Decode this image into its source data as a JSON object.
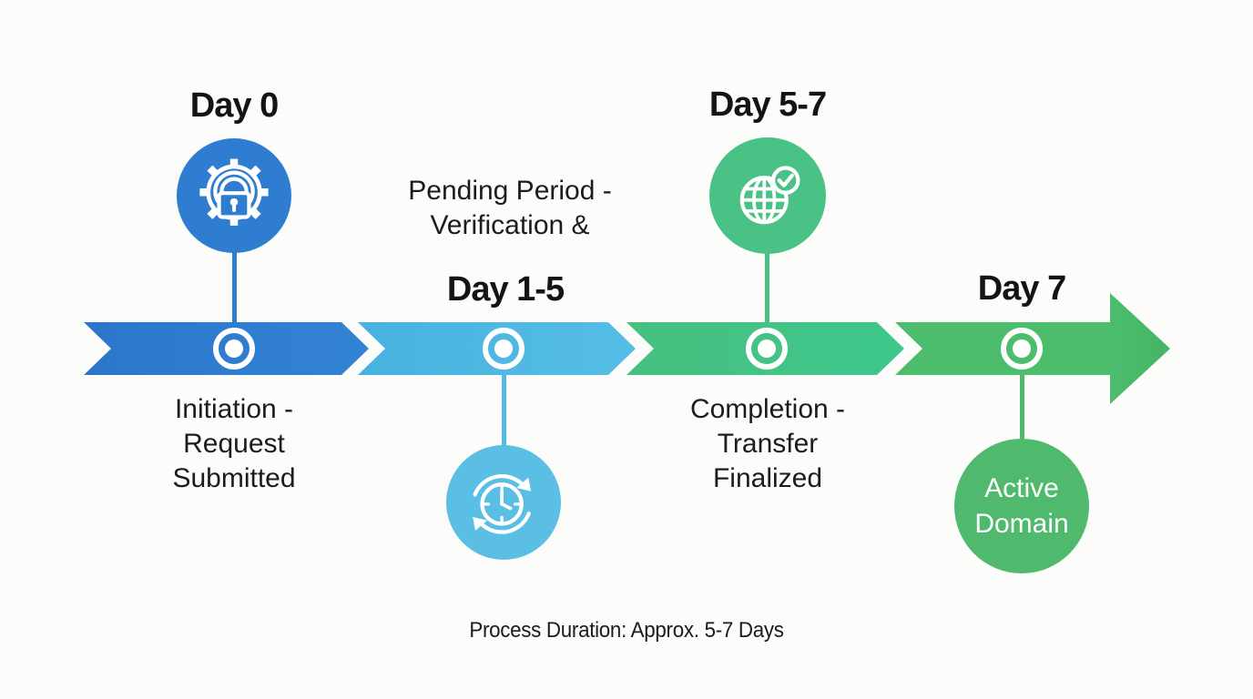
{
  "timeline": {
    "caption": "Process Duration: Approx. 5-7 Days",
    "milestones": [
      {
        "day": "Day 0",
        "label": "Initiation - Request Submitted",
        "icon": "gear-lock-icon",
        "color": "#2e7dd1",
        "label_position": "below-band",
        "icon_position": "above-band"
      },
      {
        "day": "Day 1-5",
        "label": "Pending Period - Verification &",
        "icon": "clock-refresh-icon",
        "color": "#55bae2",
        "label_position": "above-band",
        "icon_position": "below-band"
      },
      {
        "day": "Day 5-7",
        "label": "Completion - Transfer Finalized",
        "icon": "globe-check-icon",
        "color": "#4ac286",
        "label_position": "below-band",
        "icon_position": "above-band"
      },
      {
        "day": "Day 7",
        "label": "Active Domain",
        "icon": "none",
        "color": "#4fb96e",
        "label_position": "inside-circle",
        "icon_position": "below-band"
      }
    ],
    "colors": {
      "segment1": "#2e7dd1",
      "segment2": "#55bae2",
      "segment3": "#47c083",
      "segment4": "#4bbd6d",
      "marker": "#ffffff",
      "text": "#141414",
      "background": "#fcfcfb"
    }
  }
}
